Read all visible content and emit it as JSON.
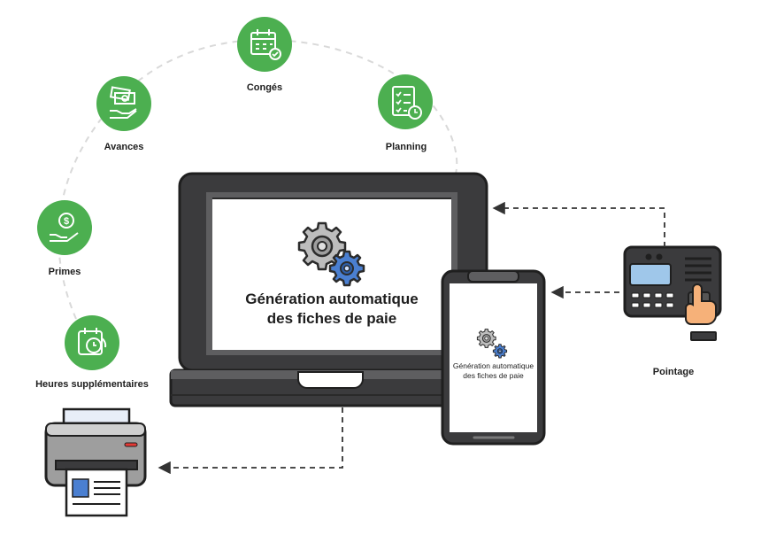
{
  "features": [
    {
      "label": "Congés",
      "icon": "calendar-icon"
    },
    {
      "label": "Avances",
      "icon": "cash-hand-icon"
    },
    {
      "label": "Planning",
      "icon": "checklist-clock-icon"
    },
    {
      "label": "Primes",
      "icon": "dollar-hand-icon"
    },
    {
      "label": "Heures supplémentaires",
      "icon": "calendar-clock-icon"
    }
  ],
  "laptop": {
    "title_line1": "Génération automatique",
    "title_line2": "des fiches de paie",
    "icon": "gears-icon"
  },
  "phone": {
    "title_line1": "Génération automatique",
    "title_line2": "des fiches de paie",
    "icon": "gears-icon"
  },
  "timeclock": {
    "label": "Pointage",
    "icon": "fingerprint-terminal-icon"
  },
  "printer": {
    "icon": "printer-icon"
  },
  "colors": {
    "green": "#4caf50",
    "dark": "#3b3b3d",
    "accent_blue": "#4a7fd1",
    "hand": "#f6b179"
  }
}
